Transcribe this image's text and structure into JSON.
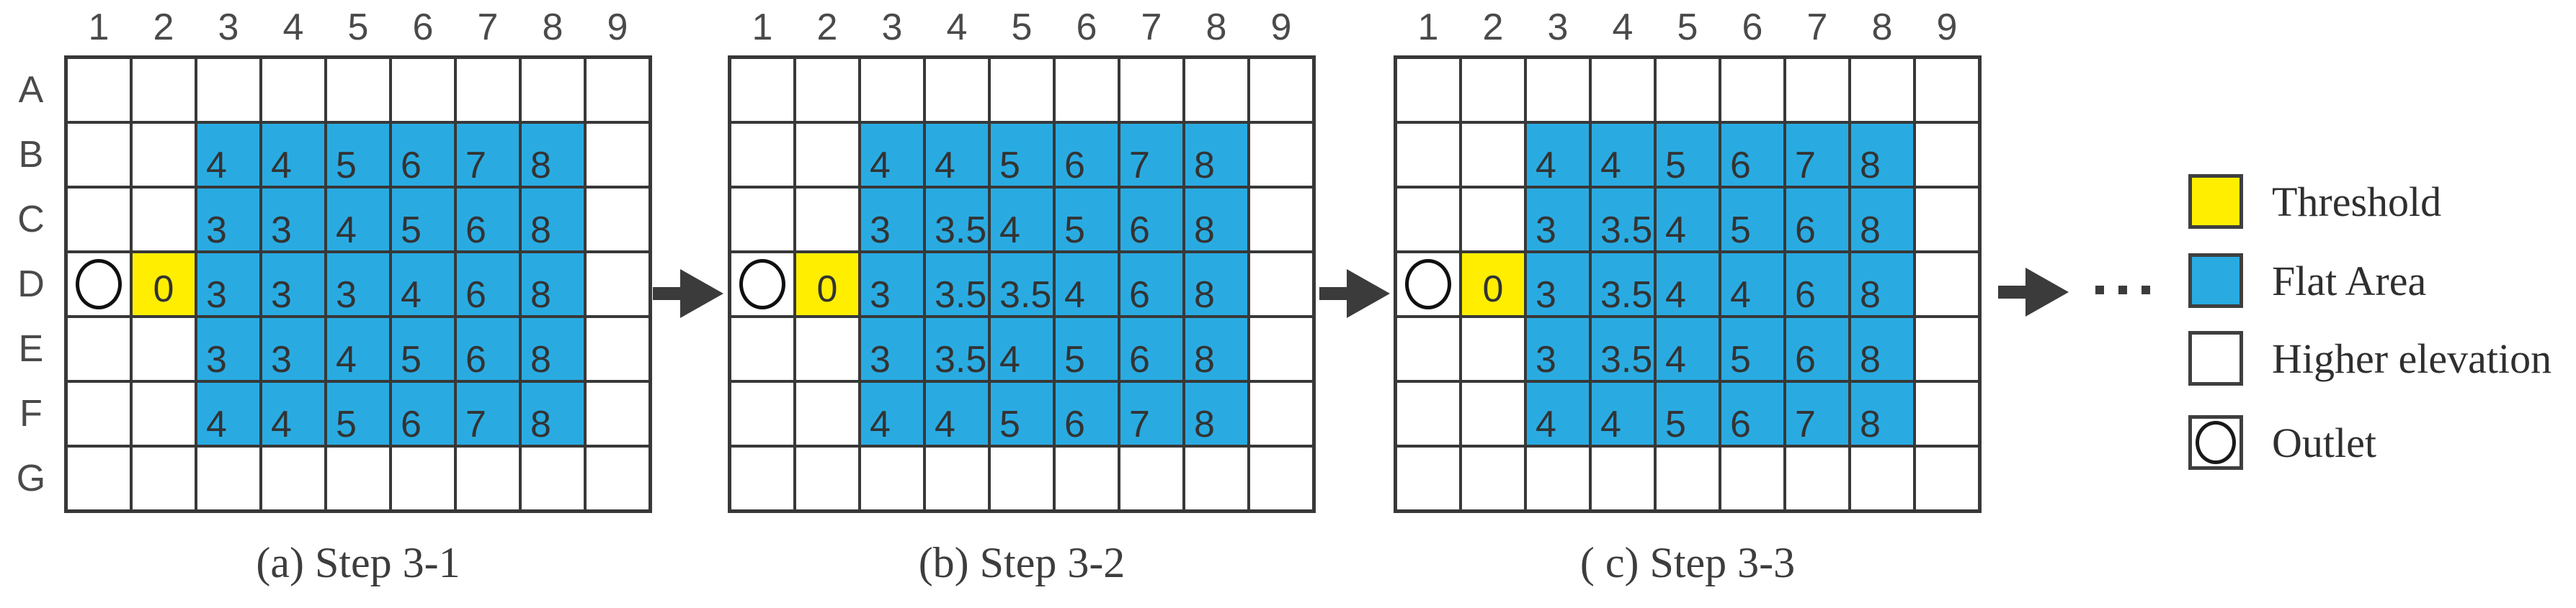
{
  "figure": {
    "columns": [
      "1",
      "2",
      "3",
      "4",
      "5",
      "6",
      "7",
      "8",
      "9"
    ],
    "row_labels": [
      "A",
      "B",
      "C",
      "D",
      "E",
      "F",
      "G"
    ],
    "cell_encoding": {
      "O": "outlet",
      "0": "threshold",
      "numbers": "flat-area",
      "empty": "higher-elevation"
    },
    "panels": [
      {
        "id": "a",
        "caption": "(a) Step 3-1",
        "show_row_labels": true,
        "cells": [
          [
            "",
            "",
            "",
            "",
            "",
            "",
            "",
            "",
            ""
          ],
          [
            "",
            "",
            "4",
            "4",
            "5",
            "6",
            "7",
            "8",
            ""
          ],
          [
            "",
            "",
            "3",
            "3",
            "4",
            "5",
            "6",
            "8",
            ""
          ],
          [
            "O",
            "0",
            "3",
            "3",
            "3",
            "4",
            "6",
            "8",
            ""
          ],
          [
            "",
            "",
            "3",
            "3",
            "4",
            "5",
            "6",
            "8",
            ""
          ],
          [
            "",
            "",
            "4",
            "4",
            "5",
            "6",
            "7",
            "8",
            ""
          ],
          [
            "",
            "",
            "",
            "",
            "",
            "",
            "",
            "",
            ""
          ]
        ]
      },
      {
        "id": "b",
        "caption": "(b) Step 3-2",
        "show_row_labels": false,
        "cells": [
          [
            "",
            "",
            "",
            "",
            "",
            "",
            "",
            "",
            ""
          ],
          [
            "",
            "",
            "4",
            "4",
            "5",
            "6",
            "7",
            "8",
            ""
          ],
          [
            "",
            "",
            "3",
            "3.5",
            "4",
            "5",
            "6",
            "8",
            ""
          ],
          [
            "O",
            "0",
            "3",
            "3.5",
            "3.5",
            "4",
            "6",
            "8",
            ""
          ],
          [
            "",
            "",
            "3",
            "3.5",
            "4",
            "5",
            "6",
            "8",
            ""
          ],
          [
            "",
            "",
            "4",
            "4",
            "5",
            "6",
            "7",
            "8",
            ""
          ],
          [
            "",
            "",
            "",
            "",
            "",
            "",
            "",
            "",
            ""
          ]
        ]
      },
      {
        "id": "c",
        "caption": "( c) Step 3-3",
        "show_row_labels": false,
        "cells": [
          [
            "",
            "",
            "",
            "",
            "",
            "",
            "",
            "",
            ""
          ],
          [
            "",
            "",
            "4",
            "4",
            "5",
            "6",
            "7",
            "8",
            ""
          ],
          [
            "",
            "",
            "3",
            "3.5",
            "4",
            "5",
            "6",
            "8",
            ""
          ],
          [
            "O",
            "0",
            "3",
            "3.5",
            "4",
            "4",
            "6",
            "8",
            ""
          ],
          [
            "",
            "",
            "3",
            "3.5",
            "4",
            "5",
            "6",
            "8",
            ""
          ],
          [
            "",
            "",
            "4",
            "4",
            "5",
            "6",
            "7",
            "8",
            ""
          ],
          [
            "",
            "",
            "",
            "",
            "",
            "",
            "",
            "",
            ""
          ]
        ]
      }
    ],
    "ellipsis_dot_count": 3,
    "legend": {
      "items": [
        {
          "key": "threshold",
          "label": "Threshold",
          "color": "#FFEE00"
        },
        {
          "key": "flat",
          "label": "Flat Area",
          "color": "#29ABE2"
        },
        {
          "key": "higher-elevation",
          "label": "Higher elevation",
          "color": "#FFFFFF"
        },
        {
          "key": "outlet",
          "label": "Outlet",
          "color": "#FFFFFF"
        }
      ]
    },
    "colors": {
      "flat": "#29ABE2",
      "threshold": "#FFEE00",
      "grid_line": "#383838",
      "arrow": "#3B3B3B",
      "text": "#333333"
    }
  }
}
